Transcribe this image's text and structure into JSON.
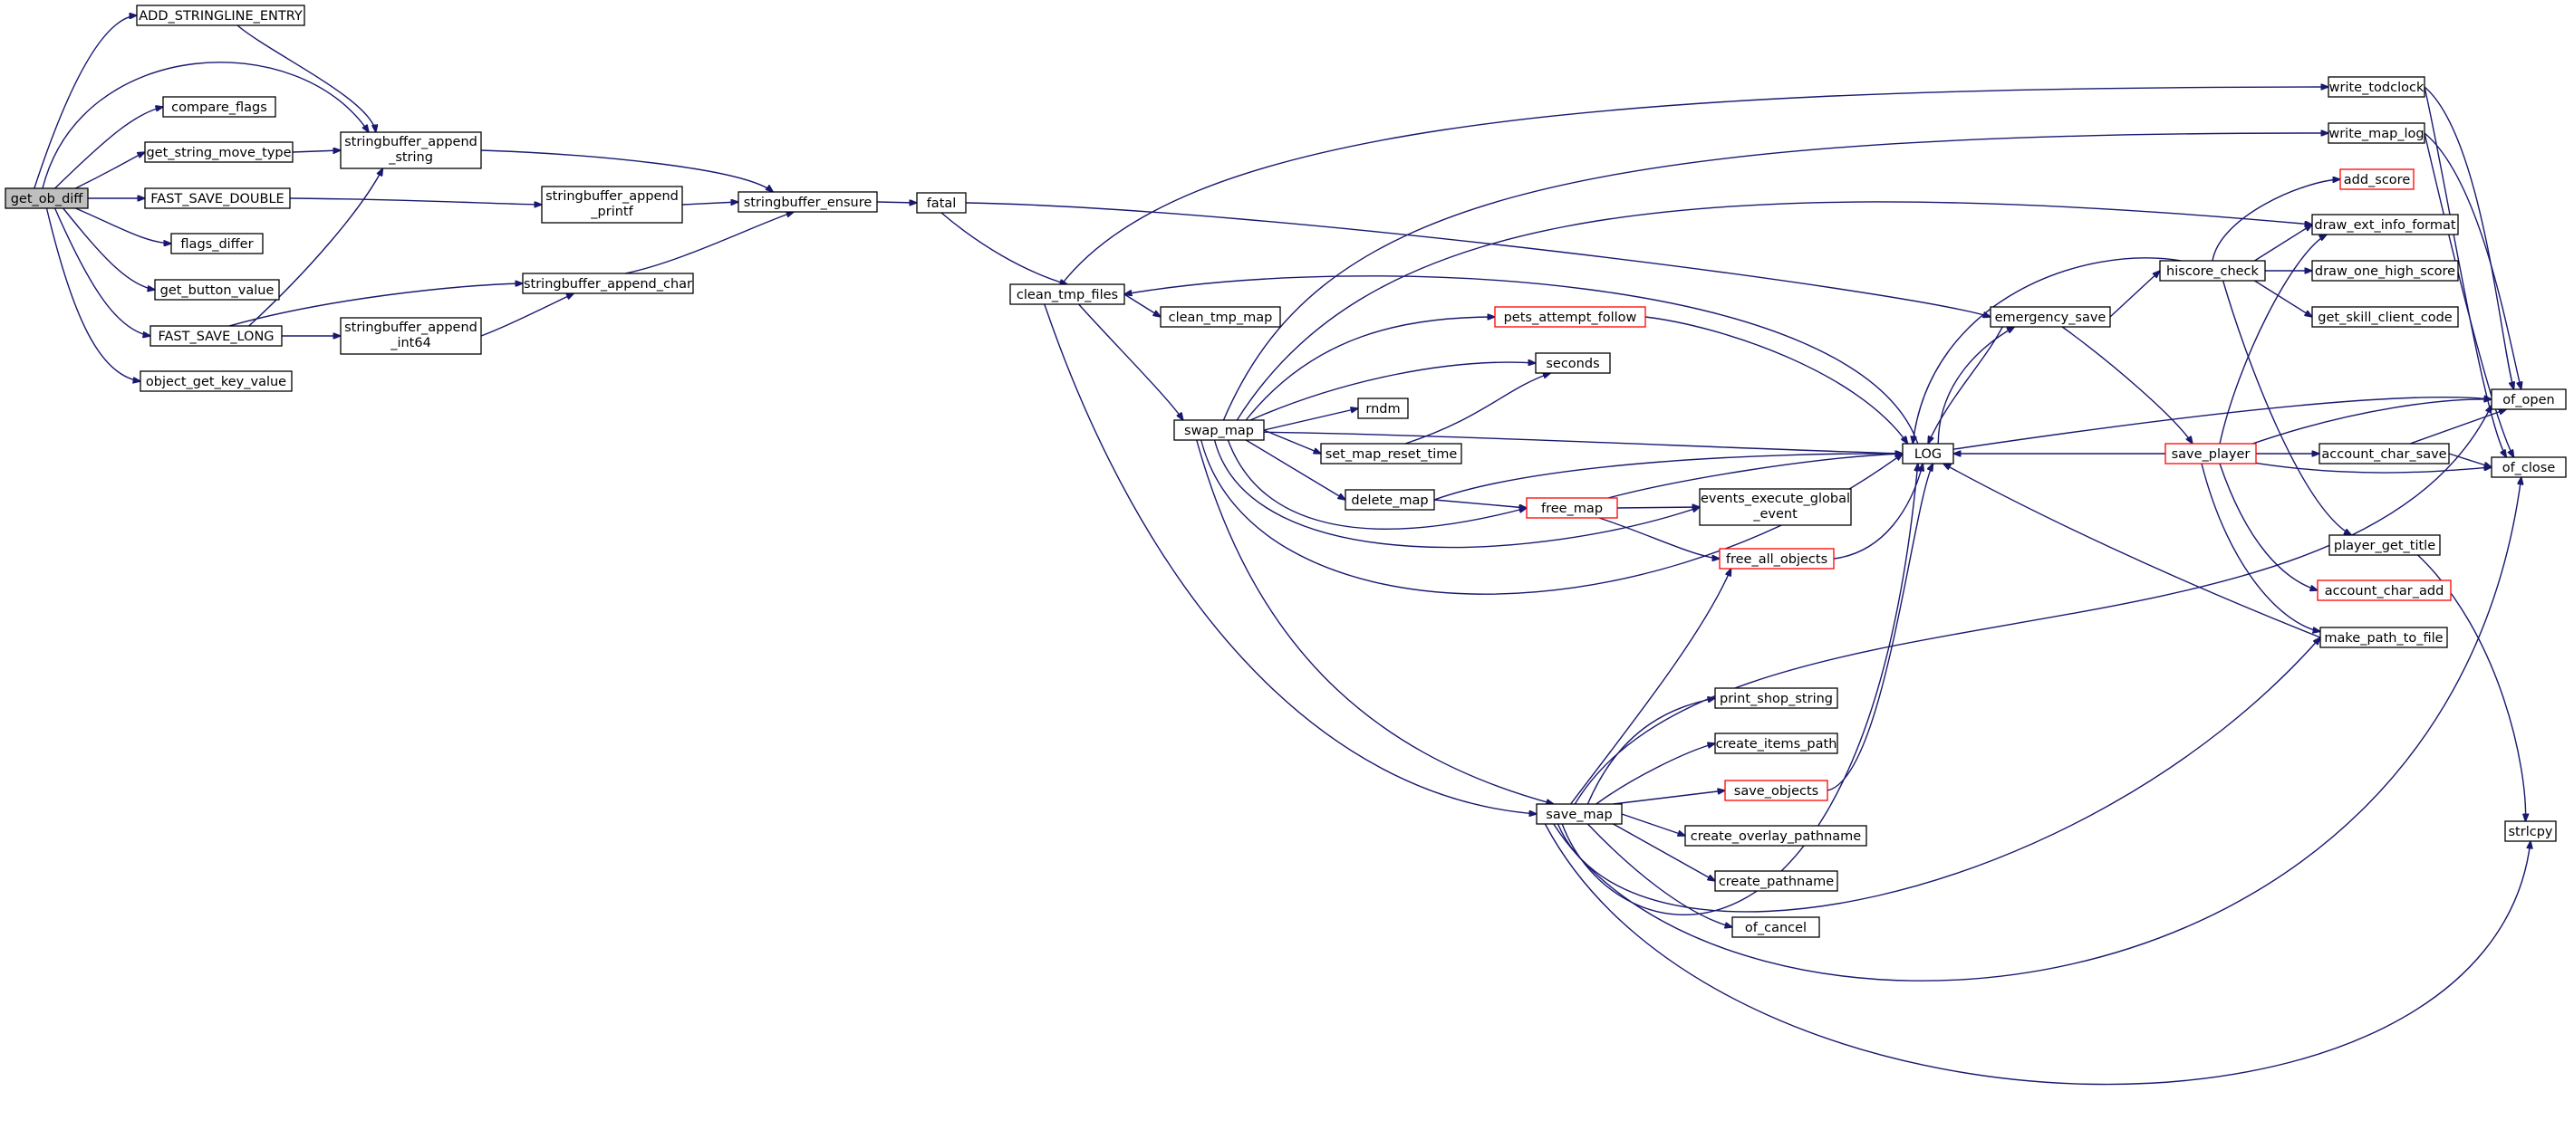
{
  "colors": {
    "edge": "#191970",
    "node_border": "#000000",
    "node_border_truncated": "#ff0000",
    "node_fill": "#ffffff",
    "root_fill": "#bfbfbf"
  },
  "nodes": {
    "get_ob_diff": {
      "label": [
        "get_ob_diff"
      ],
      "style": "root"
    },
    "add_stringline_entry": {
      "label": [
        "ADD_STRINGLINE_ENTRY"
      ],
      "style": "normal"
    },
    "compare_flags": {
      "label": [
        "compare_flags"
      ],
      "style": "normal"
    },
    "get_string_move_type": {
      "label": [
        "get_string_move_type"
      ],
      "style": "normal"
    },
    "fast_save_double": {
      "label": [
        "FAST_SAVE_DOUBLE"
      ],
      "style": "normal"
    },
    "flags_differ": {
      "label": [
        "flags_differ"
      ],
      "style": "normal"
    },
    "get_button_value": {
      "label": [
        "get_button_value"
      ],
      "style": "normal"
    },
    "fast_save_long": {
      "label": [
        "FAST_SAVE_LONG"
      ],
      "style": "normal"
    },
    "object_get_key_value": {
      "label": [
        "object_get_key_value"
      ],
      "style": "normal"
    },
    "sb_append_string": {
      "label": [
        "stringbuffer_append",
        "_string"
      ],
      "style": "normal"
    },
    "sb_append_printf": {
      "label": [
        "stringbuffer_append",
        "_printf"
      ],
      "style": "normal"
    },
    "sb_append_char": {
      "label": [
        "stringbuffer_append_char"
      ],
      "style": "normal"
    },
    "sb_append_int64": {
      "label": [
        "stringbuffer_append",
        "_int64"
      ],
      "style": "normal"
    },
    "sb_ensure": {
      "label": [
        "stringbuffer_ensure"
      ],
      "style": "normal"
    },
    "fatal": {
      "label": [
        "fatal"
      ],
      "style": "normal"
    },
    "clean_tmp_files": {
      "label": [
        "clean_tmp_files"
      ],
      "style": "normal"
    },
    "clean_tmp_map": {
      "label": [
        "clean_tmp_map"
      ],
      "style": "normal"
    },
    "swap_map": {
      "label": [
        "swap_map"
      ],
      "style": "normal"
    },
    "pets_attempt_follow": {
      "label": [
        "pets_attempt_follow"
      ],
      "style": "truncated"
    },
    "seconds": {
      "label": [
        "seconds"
      ],
      "style": "normal"
    },
    "rndm": {
      "label": [
        "rndm"
      ],
      "style": "normal"
    },
    "set_map_reset_time": {
      "label": [
        "set_map_reset_time"
      ],
      "style": "normal"
    },
    "delete_map": {
      "label": [
        "delete_map"
      ],
      "style": "normal"
    },
    "free_map": {
      "label": [
        "free_map"
      ],
      "style": "truncated"
    },
    "events_execute_global_event": {
      "label": [
        "events_execute_global",
        "_event"
      ],
      "style": "normal"
    },
    "free_all_objects": {
      "label": [
        "free_all_objects"
      ],
      "style": "truncated"
    },
    "log": {
      "label": [
        "LOG"
      ],
      "style": "normal"
    },
    "emergency_save": {
      "label": [
        "emergency_save"
      ],
      "style": "normal"
    },
    "hiscore_check": {
      "label": [
        "hiscore_check"
      ],
      "style": "normal"
    },
    "save_player": {
      "label": [
        "save_player"
      ],
      "style": "truncated"
    },
    "write_todclock": {
      "label": [
        "write_todclock"
      ],
      "style": "normal"
    },
    "write_map_log": {
      "label": [
        "write_map_log"
      ],
      "style": "normal"
    },
    "add_score": {
      "label": [
        "add_score"
      ],
      "style": "truncated"
    },
    "draw_ext_info_format": {
      "label": [
        "draw_ext_info_format"
      ],
      "style": "normal"
    },
    "draw_one_high_score": {
      "label": [
        "draw_one_high_score"
      ],
      "style": "normal"
    },
    "get_skill_client_code": {
      "label": [
        "get_skill_client_code"
      ],
      "style": "normal"
    },
    "account_char_save": {
      "label": [
        "account_char_save"
      ],
      "style": "normal"
    },
    "player_get_title": {
      "label": [
        "player_get_title"
      ],
      "style": "normal"
    },
    "account_char_add": {
      "label": [
        "account_char_add"
      ],
      "style": "truncated"
    },
    "make_path_to_file": {
      "label": [
        "make_path_to_file"
      ],
      "style": "normal"
    },
    "of_open": {
      "label": [
        "of_open"
      ],
      "style": "normal"
    },
    "of_close": {
      "label": [
        "of_close"
      ],
      "style": "normal"
    },
    "strlcpy": {
      "label": [
        "strlcpy"
      ],
      "style": "normal"
    },
    "save_map": {
      "label": [
        "save_map"
      ],
      "style": "normal"
    },
    "print_shop_string": {
      "label": [
        "print_shop_string"
      ],
      "style": "normal"
    },
    "create_items_path": {
      "label": [
        "create_items_path"
      ],
      "style": "normal"
    },
    "save_objects": {
      "label": [
        "save_objects"
      ],
      "style": "truncated"
    },
    "create_overlay_pathname": {
      "label": [
        "create_overlay_pathname"
      ],
      "style": "normal"
    },
    "create_pathname": {
      "label": [
        "create_pathname"
      ],
      "style": "normal"
    },
    "of_cancel": {
      "label": [
        "of_cancel"
      ],
      "style": "normal"
    }
  }
}
